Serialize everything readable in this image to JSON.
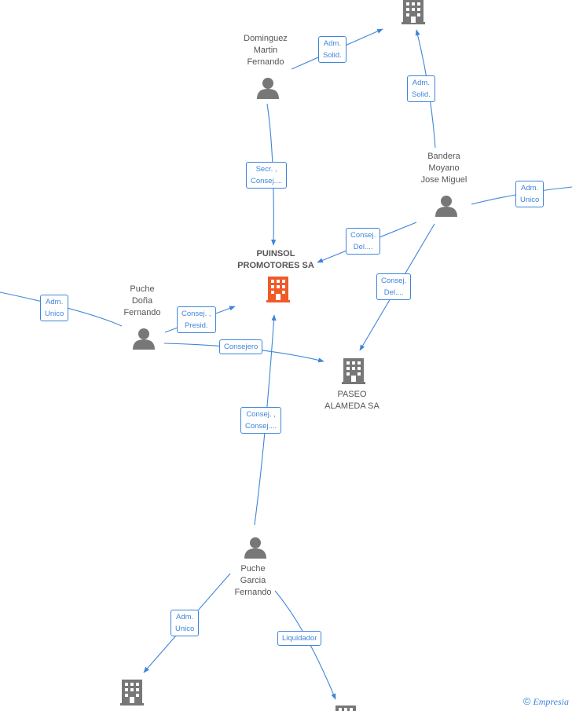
{
  "nodes": {
    "dominguez": {
      "label": "Dominguez\nMartin\nFernando",
      "icon": "person-icon"
    },
    "bandera": {
      "label": "Bandera\nMoyano\nJose Miguel",
      "icon": "person-icon"
    },
    "puinsol": {
      "label": "PUINSOL\nPROMOTORES SA",
      "icon": "building-icon",
      "color": "#f05a28"
    },
    "puche_dona": {
      "label": "Puche\nDoña\nFernando",
      "icon": "person-icon"
    },
    "paseo": {
      "label": "PASEO\nALAMEDA SA",
      "icon": "building-icon"
    },
    "puche_garcia": {
      "label": "Puche\nGarcia\nFernando",
      "icon": "person-icon"
    },
    "top_company": {
      "label": "",
      "icon": "building-icon"
    },
    "bottom_left_company": {
      "label": "",
      "icon": "building-icon"
    },
    "bottom_right_company": {
      "label": "",
      "icon": "building-icon"
    }
  },
  "roles": {
    "adm_solid_1": "Adm.\nSolid.",
    "adm_solid_2": "Adm.\nSolid.",
    "secr_consej": "Secr. ,\nConsej....",
    "adm_unico_right": "Adm.\nUnico",
    "consej_del_1": "Consej.\nDel....",
    "consej_del_2": "Consej.\nDel....",
    "adm_unico_left": "Adm.\nUnico",
    "consej_presid": "Consej. ,\nPresid.",
    "consejero": "Consejero",
    "consej_consej": "Consej. ,\nConsej....",
    "adm_unico_bottom": "Adm.\nUnico",
    "liquidador": "Liquidador"
  },
  "colors": {
    "edge": "#3f85d9",
    "icon": "#777777",
    "main": "#f05a28"
  },
  "brand": {
    "symbol": "©",
    "text": "Empresia"
  }
}
